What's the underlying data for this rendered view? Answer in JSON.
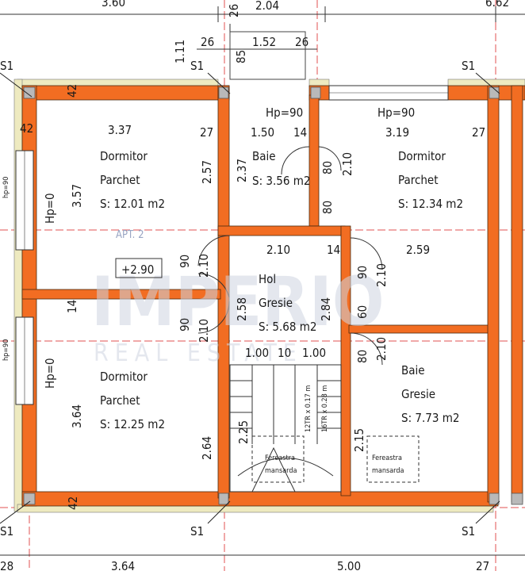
{
  "top_dims": {
    "left": "3.60",
    "mid": "2.04",
    "right": "6.62",
    "h": "26",
    "c1": "26",
    "c2": "1.52",
    "c3": "26",
    "v1": "1.11",
    "v2": "85"
  },
  "bottom_dims": {
    "a": "28",
    "b": "3.64",
    "c": "5.00",
    "d": "27"
  },
  "wall_dims": {
    "t42": "42",
    "l42": "42",
    "b42": "42",
    "m14": "14",
    "t27a": "27",
    "t27b": "27",
    "t14": "14"
  },
  "section_marks": {
    "s1": "S1"
  },
  "apartment": {
    "label": "APT. 2",
    "level": "+2.90"
  },
  "heights": {
    "hp90": "Hp=90",
    "hp0": "Hp=0",
    "hp90_lower": "hp=90"
  },
  "rooms": {
    "bed1": {
      "name": "Dormitor",
      "floor": "Parchet",
      "area": "S:  12.01  m2",
      "w": "3.37",
      "h": "3.57",
      "h2": "2.57"
    },
    "bath1": {
      "name": "Baie",
      "area": "S:  3.56  m2",
      "w": "1.50",
      "h": "2.37"
    },
    "bed2": {
      "name": "Dormitor",
      "floor": "Parchet",
      "area": "S:  12.34  m2",
      "w": "3.19",
      "h": "2.10"
    },
    "hall": {
      "name": "Hol",
      "floor": "Gresie",
      "area": "S:  5.68  m2",
      "w": "2.10",
      "h": "2.58",
      "h2": "2.84"
    },
    "bed3": {
      "name": "Dormitor",
      "floor": "Parchet",
      "area": "S:  12.25  m2",
      "h": "3.64",
      "h2": "2.64"
    },
    "bath2": {
      "name": "Baie",
      "floor": "Gresie",
      "area": "S:  7.73  m2",
      "w": "2.59"
    },
    "stairs": {
      "w1": "1.00",
      "w2": "10",
      "w3": "1.00",
      "h": "2.25",
      "spec1": "12TR x 0.17 m",
      "spec2": "16TR x 0.28 m"
    }
  },
  "doors": {
    "d90": "90",
    "d210": "2.10",
    "d80": "80",
    "d60": "60",
    "d215": "2.15"
  },
  "windows": {
    "skylight": "Fereastra",
    "skylight2": "mansarda"
  },
  "watermark": {
    "main": "IMPERIO",
    "sub": "REAL ESTATE"
  }
}
